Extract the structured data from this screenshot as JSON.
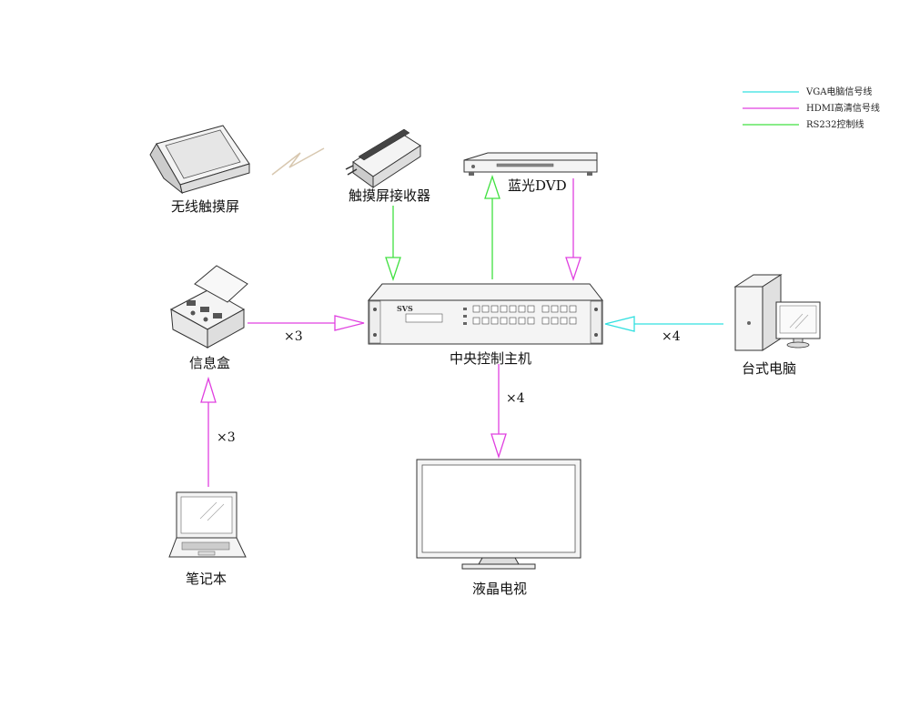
{
  "legend": {
    "vga": {
      "label": "VGA电脑信号线",
      "color": "#33e0e0"
    },
    "hdmi": {
      "label": "HDMI高清信号线",
      "color": "#e040e0"
    },
    "rs232": {
      "label": "RS232控制线",
      "color": "#40e040"
    }
  },
  "nodes": {
    "wireless_touch": "无线触摸屏",
    "touch_receiver": "触摸屏接收器",
    "bluray_dvd": "蓝光DVD",
    "info_box": "信息盒",
    "main_controller": "中央控制主机",
    "desktop_pc": "台式电脑",
    "notebook": "笔记本",
    "lcd_tv": "液晶电视"
  },
  "controller_brand": "SVS",
  "multipliers": {
    "info_box_to_controller": "×3",
    "pc_to_controller": "×4",
    "controller_to_tv": "×4",
    "notebook_to_info_box": "×3"
  }
}
